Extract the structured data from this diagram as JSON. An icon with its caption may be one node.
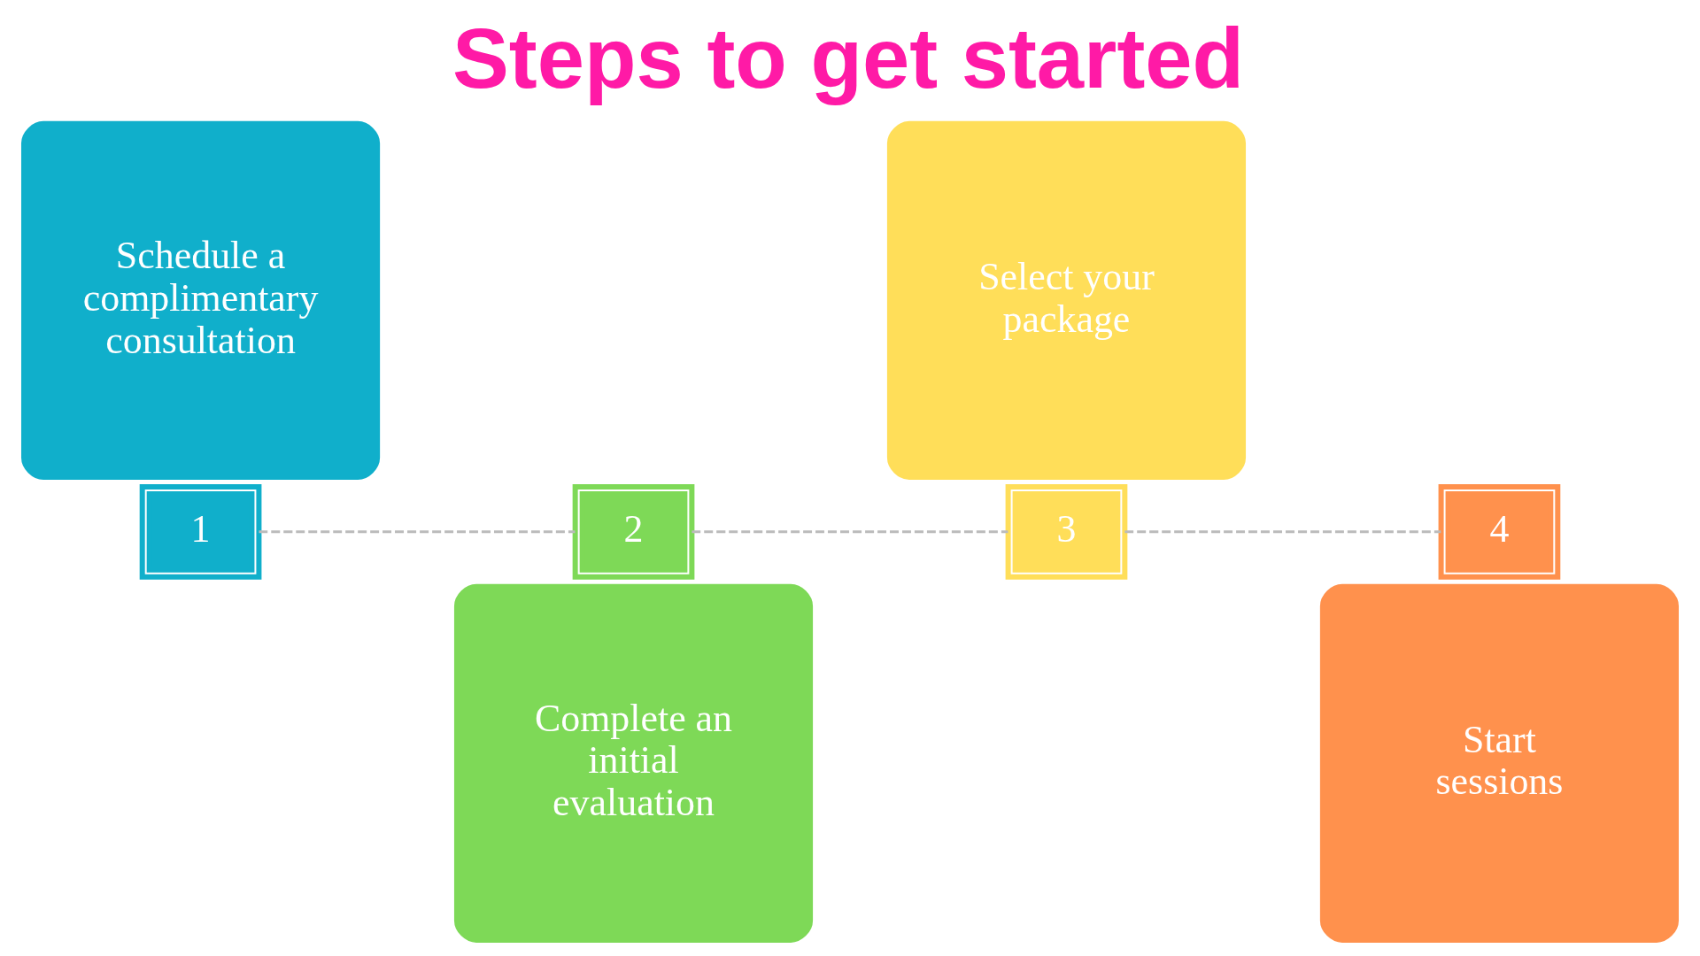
{
  "diagram": {
    "title": "Steps to get started",
    "nodes": [
      {
        "text": [
          "Schedule a complimentary consultation"
        ]
      },
      {
        "text": [
          "1"
        ]
      },
      {
        "text": [
          "2"
        ]
      },
      {
        "text": [
          "Complete an initial evaluation"
        ]
      },
      {
        "text": [
          "Select your package"
        ]
      },
      {
        "text": [
          "3"
        ]
      },
      {
        "text": [
          "4"
        ]
      },
      {
        "text": [
          "Start sessions"
        ]
      }
    ],
    "edges": [
      {
        "from": 1,
        "to": 2,
        "arrow": "none",
        "style": "dashed"
      },
      {
        "from": 2,
        "to": 5,
        "arrow": "none",
        "style": "dashed"
      },
      {
        "from": 5,
        "to": 6,
        "arrow": "none",
        "style": "dashed"
      }
    ]
  }
}
